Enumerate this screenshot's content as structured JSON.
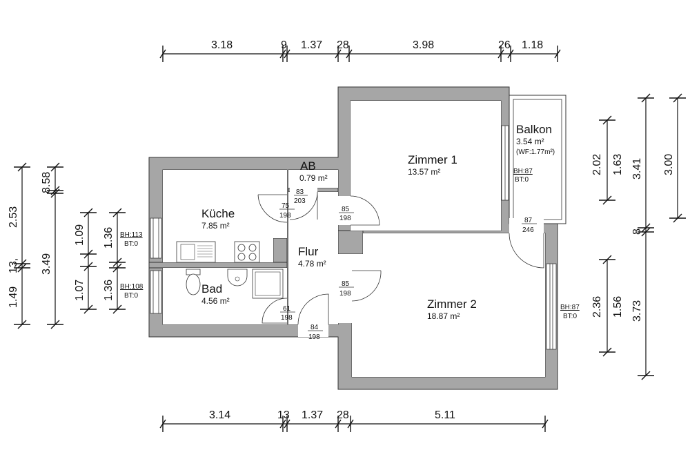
{
  "rooms": {
    "ab": {
      "name": "AB",
      "area": "0.79 m²"
    },
    "kueche": {
      "name": "Küche",
      "area": "7.85 m²"
    },
    "flur": {
      "name": "Flur",
      "area": "4.78 m²"
    },
    "bad": {
      "name": "Bad",
      "area": "4.56 m²"
    },
    "zimmer1": {
      "name": "Zimmer 1",
      "area": "13.57 m²"
    },
    "zimmer2": {
      "name": "Zimmer 2",
      "area": "18.87 m²"
    },
    "balkon": {
      "name": "Balkon",
      "area": "3.54 m²",
      "wf": "(WF:1.77m²)"
    }
  },
  "windows": {
    "kueche": {
      "bh": "BH:113",
      "bt": "BT:0"
    },
    "bad": {
      "bh": "BH:108",
      "bt": "BT:0"
    },
    "balkon": {
      "bh": "BH:87",
      "bt": "BT:0"
    },
    "zimmer2": {
      "bh": "BH:87",
      "bt": "BT:0"
    }
  },
  "doors": {
    "ab": {
      "w": "83",
      "h": "203"
    },
    "kueche": {
      "w": "75",
      "h": "198"
    },
    "zimmer1": {
      "w": "85",
      "h": "198"
    },
    "zimmer2": {
      "w": "85",
      "h": "198"
    },
    "bad": {
      "w": "61",
      "h": "198"
    },
    "entrance": {
      "w": "84",
      "h": "198"
    },
    "balkon": {
      "w": "87",
      "h": "246"
    }
  },
  "dimensions": {
    "top": [
      "3.18",
      "9",
      "1.37",
      "28",
      "3.98",
      "26",
      "1.18"
    ],
    "bottom": [
      "3.14",
      "13",
      "1.37",
      "28",
      "5.11"
    ],
    "left_outer": [
      "2.53",
      "13,",
      "1.49",
      "8.58",
      "3.49"
    ],
    "left_inner": [
      "1.09",
      "1.36",
      "1.07",
      "1.36"
    ],
    "right": [
      "2.02",
      "1.63",
      "3.41",
      "3.00",
      "8",
      "2.36",
      "1.56",
      "3.73"
    ]
  }
}
